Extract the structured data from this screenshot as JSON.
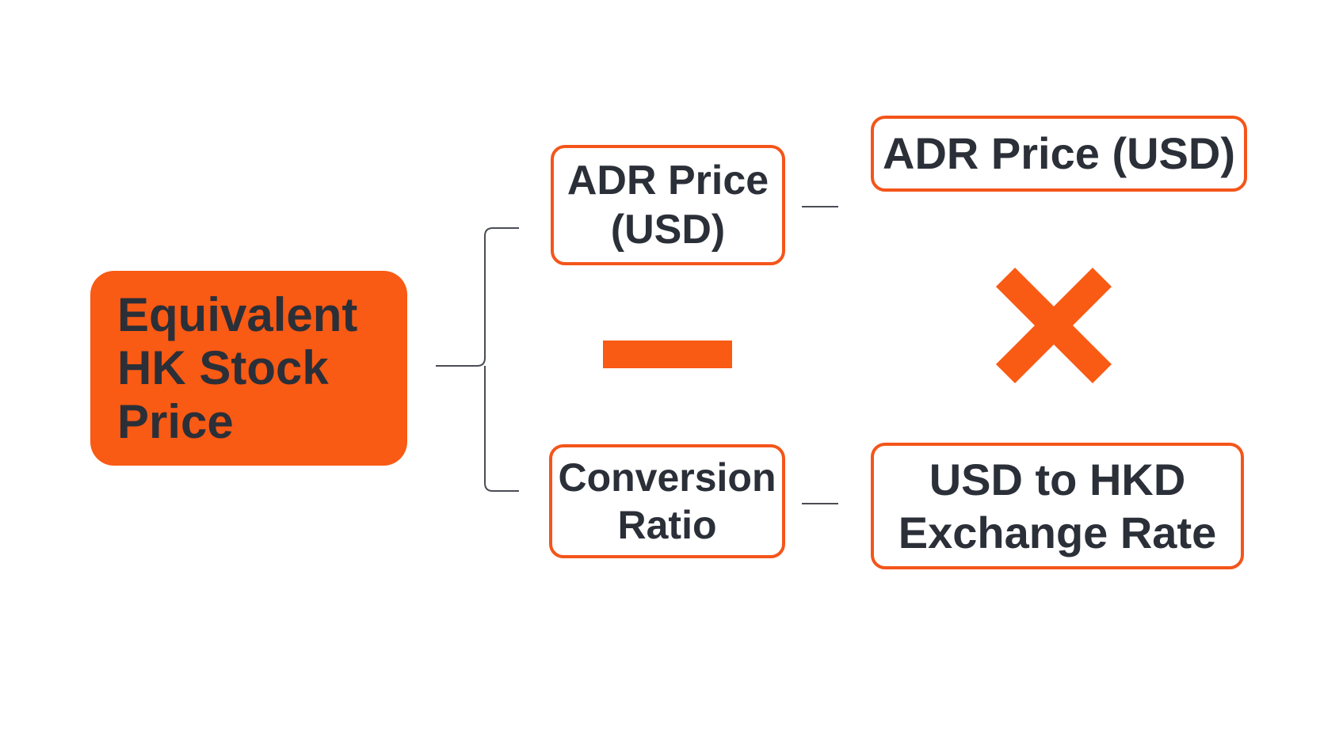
{
  "diagram": {
    "result": {
      "label": "Equivalent\nHK Stock\nPrice"
    },
    "numerator": {
      "label": "ADR Price\n(USD)"
    },
    "denominator": {
      "label": "Conversion\nRatio"
    },
    "factor_top": {
      "label": "ADR Price (USD)"
    },
    "factor_bottom": {
      "label": "USD to HKD\nExchange Rate"
    },
    "operators": {
      "divide": "division-bar",
      "multiply": "multiply-cross"
    }
  },
  "colors": {
    "accent": "#f95a14",
    "border": "#f4551a",
    "text": "#2b2f38",
    "line": "#4a4d55",
    "background": "#ffffff"
  }
}
